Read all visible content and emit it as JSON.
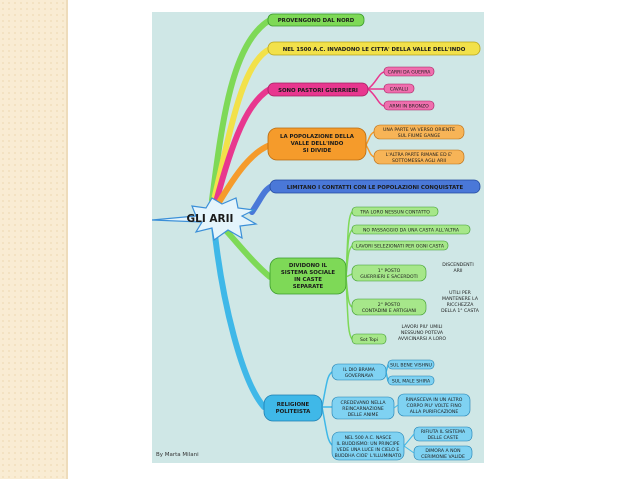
{
  "center": "GLI ARII",
  "branches": {
    "nord": "PROVENGONO DAL NORD",
    "indo": "NEL 1500 A.C. INVADONO LE CITTA' DELLA VALLE DELL'INDO",
    "pastori": "SONO PASTORI GUERRIERI",
    "pastori_items": [
      "CARRI DA GUERRA",
      "CAVALLI",
      "ARMI IN BRONZO"
    ],
    "popolazione": [
      "LA POPOLAZIONE DELLA",
      "VALLE DELL'INDO",
      "SI DIVIDE"
    ],
    "popolazione_items": [
      [
        "UNA PARTE VA VERSO ORIENTE",
        "SUL FIUME GANGE"
      ],
      [
        "L'ALTRA PARTE RIMANE ED E'",
        "SOTTOMESSA AGLI ARII"
      ]
    ],
    "contatti": "LIMITANO I CONTATTI CON LE POPOLAZIONI CONQUISTATE",
    "caste": [
      "DIVIDONO IL",
      "SISTEMA SOCIALE",
      "IN CASTE",
      "SEPARATE"
    ],
    "caste_items": [
      "TRA LORO NESSUN CONTATTO",
      "NO PASSAGGIO DA UNA CASTA ALL'ALTRA",
      "LAVORI SELEZIONATI PER OGNI CASTA"
    ],
    "primo": [
      "1° POSTO",
      "GUERRIERI E SACERDOTI"
    ],
    "primo_note": [
      "DISCENDENTI",
      "ARII"
    ],
    "secondo": [
      "2° POSTO",
      "CONTADINI E ARTIGIANI"
    ],
    "secondo_note": [
      "UTILI PER",
      "MANTENERE LA",
      "RICCHEZZA",
      "DELLA 1° CASTA"
    ],
    "sottoposti": "Sot Topi",
    "sottoposti_note": [
      "LAVORI PIU' UMILI",
      "NESSUNO POTEVA",
      "AVVICINARSI A LORO"
    ],
    "religione": [
      "RELIGIONE",
      "POLITEISTA"
    ],
    "brama": [
      "IL DIO BRAMA",
      "GOVERNAVA"
    ],
    "brama_items": [
      "SUL BENE VISHNU",
      "SUL MALE SHIRA"
    ],
    "reincarnazione": [
      "CREDEVANO NELLA",
      "REINCARNAZIONE",
      "DELLE ANIME"
    ],
    "reincarnazione_note": [
      "RINASCEVA IN UN ALTRO",
      "CORPO PIU' VOLTE FINO",
      "ALLA PURIFICAZIONE"
    ],
    "buddismo": [
      "NEL 500 A.C. NASCE",
      "IL BUDDISMO: UN PRINCIPE",
      "VEDE UNA LUCE IN CIELO E",
      "BUDDHA CIOE' L'ILLUMINATO"
    ],
    "buddismo_items": [
      [
        "RIFIUTA IL SISTEMA",
        "DELLE CASTE"
      ],
      [
        "DIMORA A NON",
        "CERIMONIE VALIDE"
      ]
    ]
  },
  "credit": "By Marta Milani",
  "colors": {
    "green": "#7ed957",
    "yellow": "#f2e14a",
    "magenta": "#e8378f",
    "orange": "#f59b2b",
    "blue": "#4a78d8",
    "cyan": "#3fb8e8"
  }
}
